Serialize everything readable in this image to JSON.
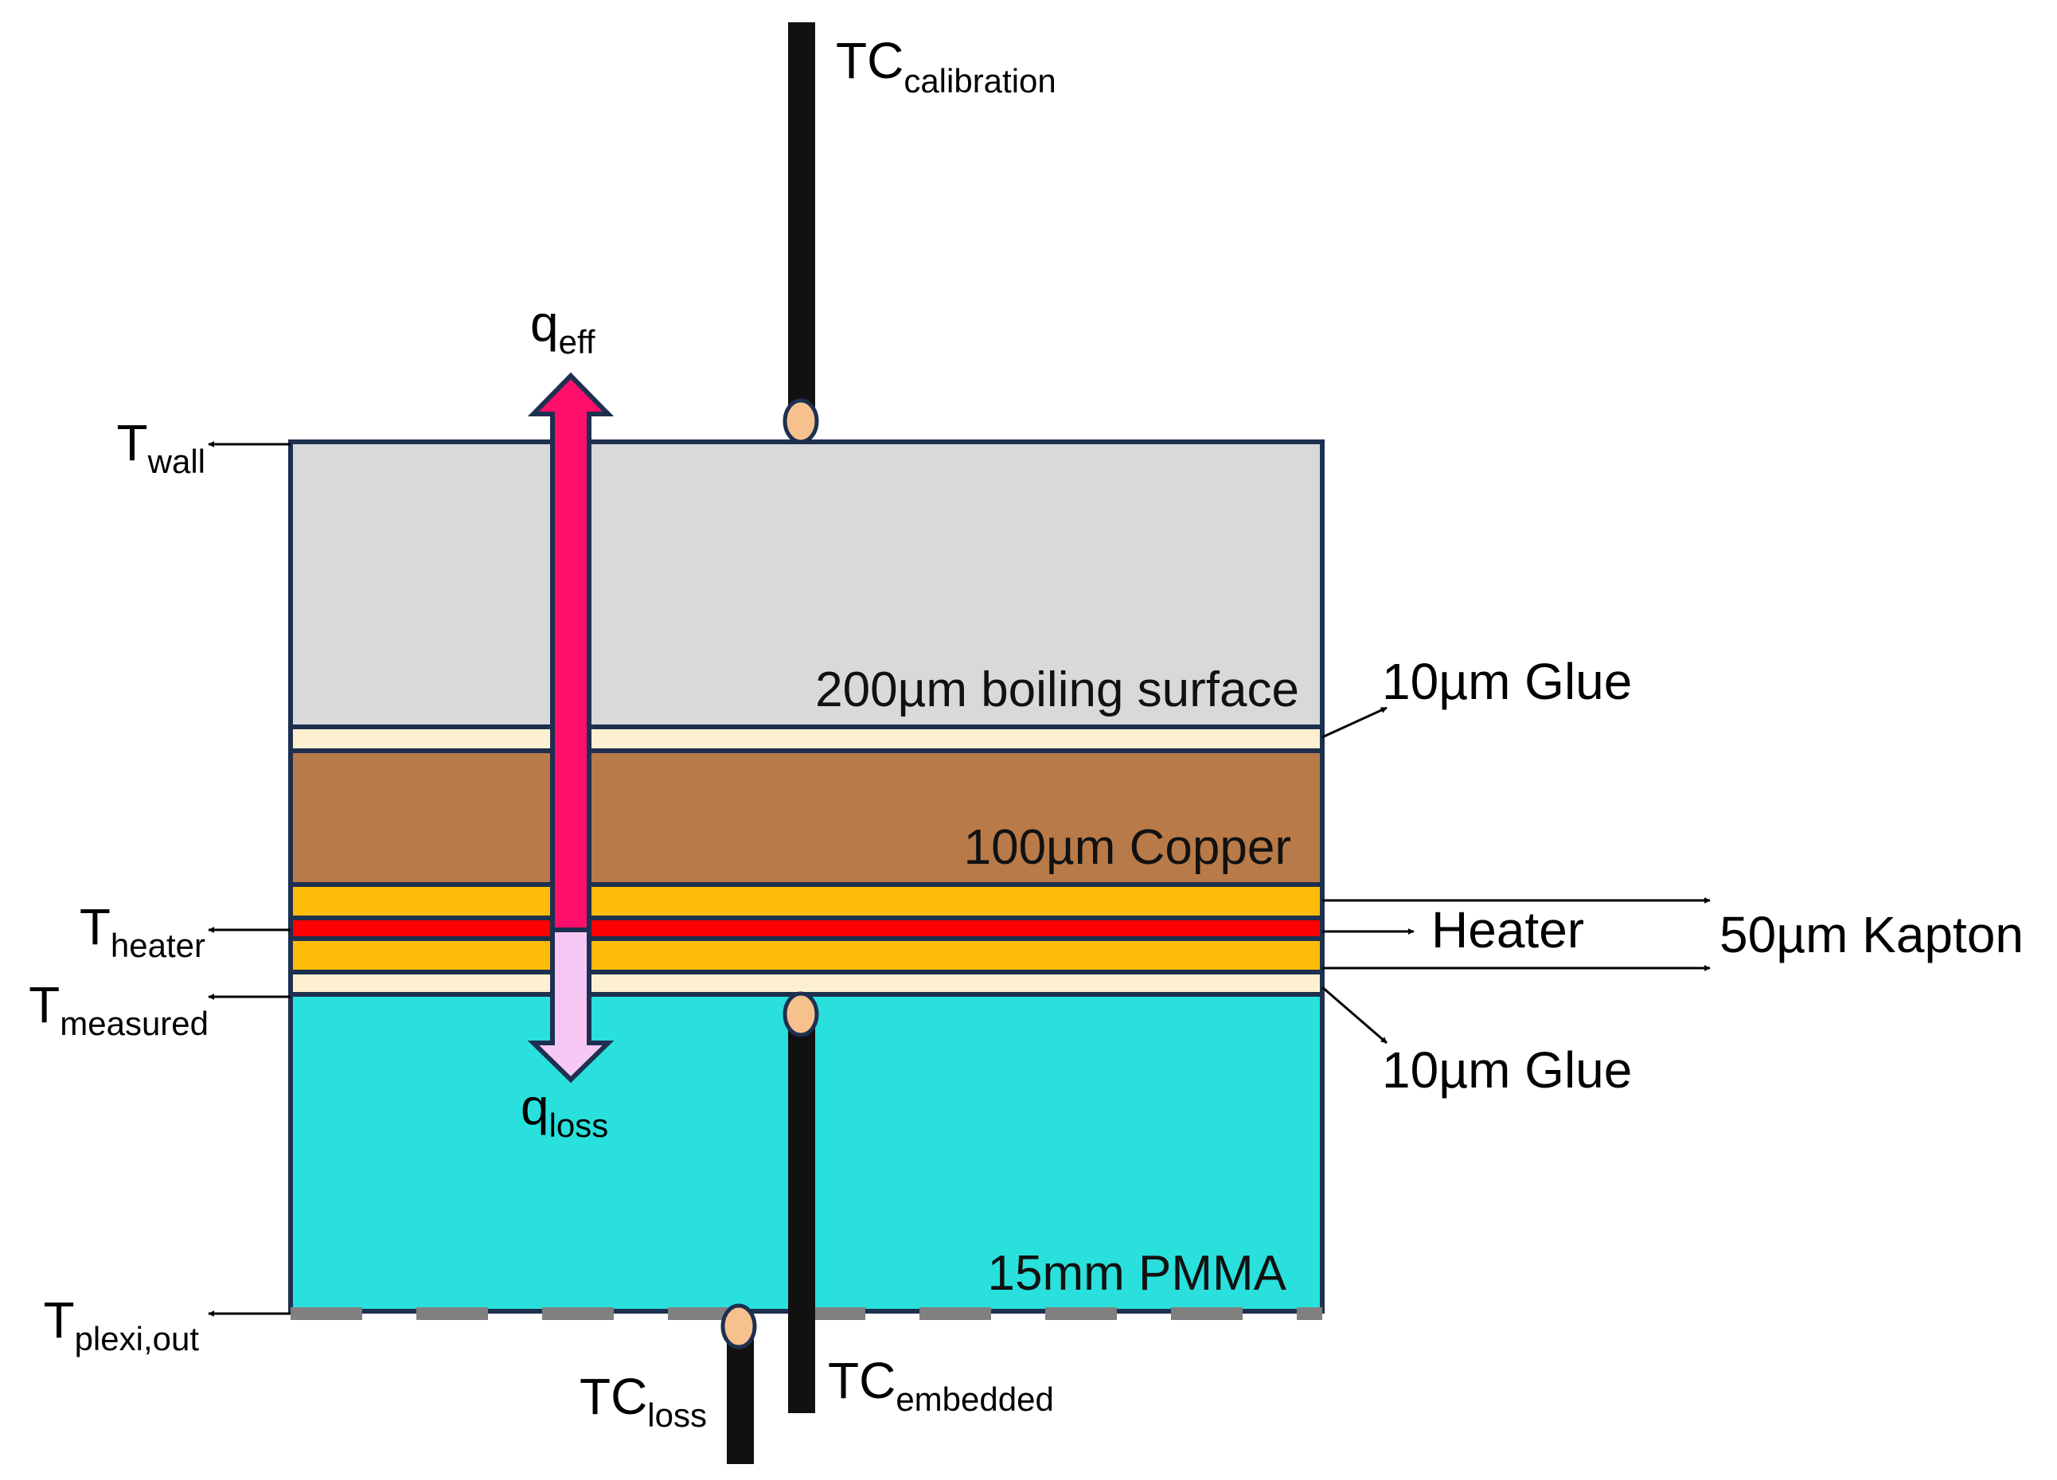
{
  "labels": {
    "tc_calibration": {
      "main": "TC",
      "sub": "calibration"
    },
    "q_eff": {
      "main": "q",
      "sub": "eff"
    },
    "q_loss": {
      "main": "q",
      "sub": "loss"
    },
    "t_wall": {
      "main": "T",
      "sub": "wall"
    },
    "t_heater": {
      "main": "T",
      "sub": "heater"
    },
    "t_measured": {
      "main": "T",
      "sub": "measured"
    },
    "t_plexi_out": {
      "main": "T",
      "sub": "plexi,out"
    },
    "tc_loss": {
      "main": "TC",
      "sub": "loss"
    },
    "tc_embedded": {
      "main": "TC",
      "sub": "embedded"
    }
  },
  "layers": {
    "boiling_surface": "200µm boiling surface",
    "copper": "100µm Copper",
    "pmma": "15mm PMMA"
  },
  "callouts": {
    "glue_top": "10µm Glue",
    "heater": "Heater",
    "kapton": "50µm Kapton",
    "glue_bottom": "10µm Glue"
  },
  "colors": {
    "boiling_surface": "#d9d9d9",
    "glue": "#fdf0d0",
    "copper": "#b87a48",
    "kapton": "#fdbb0a",
    "heater": "#ff0000",
    "pmma": "#2ae0dc",
    "border": "#1e3050",
    "q_eff_arrow": "#ff0f6b",
    "q_loss_arrow": "#f7c8f5",
    "thermocouple": "#111111",
    "thermocouple_bead": "#f6c18c"
  }
}
